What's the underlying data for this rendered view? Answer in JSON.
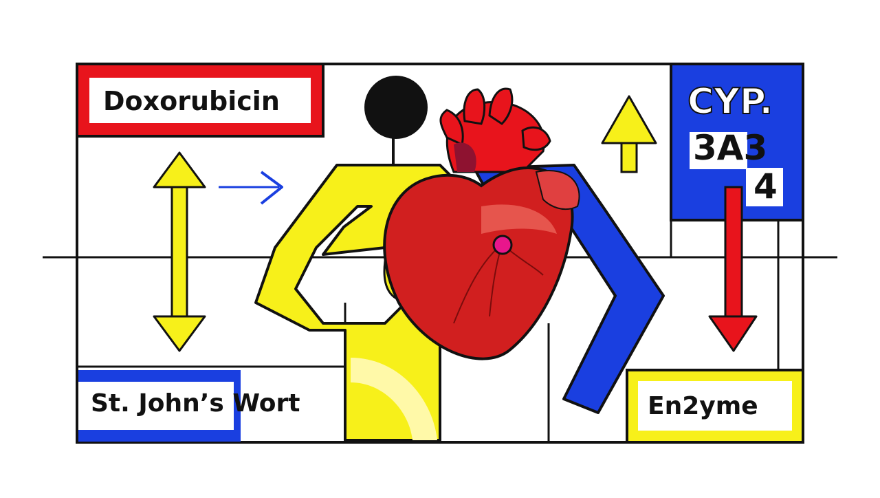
{
  "labels": {
    "doxorubicin": "Doxorubicin",
    "st_johns_wort": "St. John’s Wort",
    "enzyme": "En2yme",
    "cyp_line1": "CYP.",
    "cyp_line2": "3A3",
    "cyp_line3": "4"
  },
  "colors": {
    "red": "#e8141c",
    "yellow": "#f7f01a",
    "blue": "#1a3fe0",
    "black": "#111111",
    "heart": "#d11f1f",
    "heart_dark": "#a51616",
    "magenta_dot": "#e8168c"
  },
  "icons": {
    "figure": "person-figure",
    "heart": "heart-icon",
    "arrows": [
      "double-arrow-icon",
      "right-arrow-icon",
      "up-arrow-icon",
      "down-arrow-icon"
    ]
  }
}
